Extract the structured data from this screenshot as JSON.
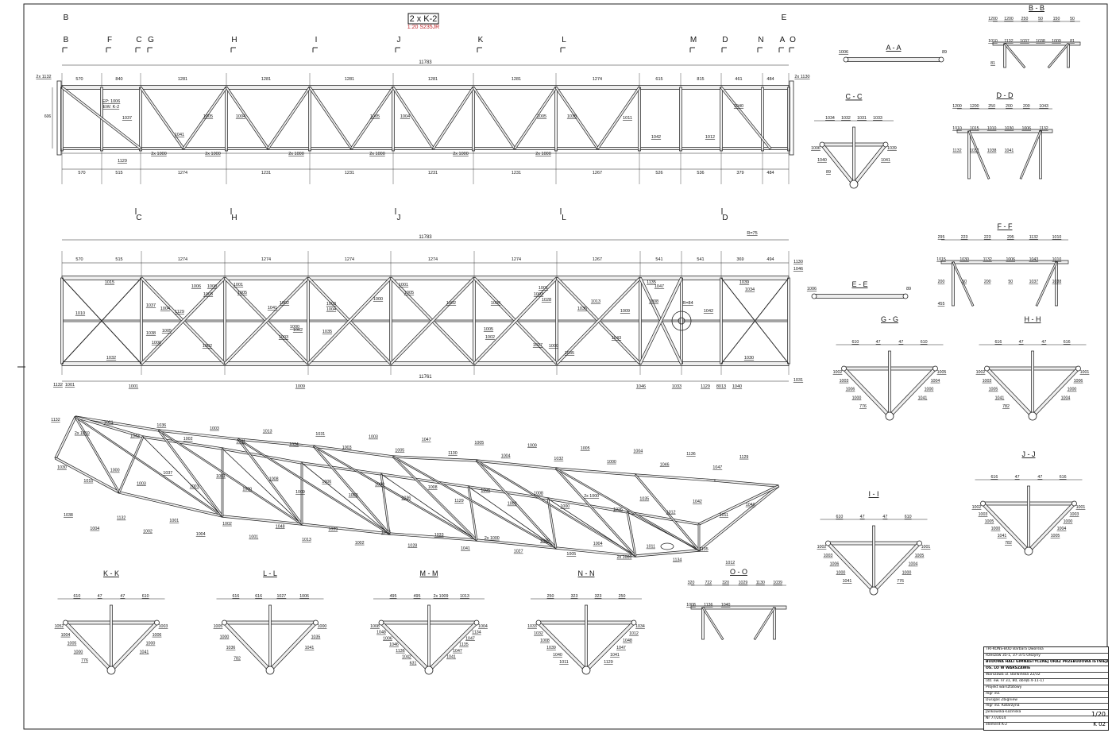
{
  "title": {
    "main": "2 x K-2",
    "sub": "1:20 S235JR"
  },
  "elevation": {
    "markers_top": [
      "B",
      "F",
      "C",
      "G",
      "H",
      "I",
      "J",
      "K",
      "L",
      "M",
      "D",
      "N",
      "A",
      "O"
    ],
    "marker_top_left": "B",
    "marker_top_right": "E",
    "markers_bottom": [
      "C",
      "H",
      "J",
      "L",
      "D"
    ],
    "overall_length": "11783",
    "top_dims": [
      "570",
      "840",
      "1281",
      "1281",
      "1281",
      "1281",
      "1281",
      "1274",
      "615",
      "815",
      "461",
      "484"
    ],
    "bottom_dims": [
      "570",
      "515",
      "1274",
      "1231",
      "1231",
      "1231",
      "1231",
      "1267",
      "526",
      "536",
      "379",
      "484"
    ],
    "labels": [
      {
        "t": "1037"
      },
      {
        "t": "1005"
      },
      {
        "t": "1004"
      },
      {
        "t": "1005"
      },
      {
        "t": "1004"
      },
      {
        "t": "1005"
      },
      {
        "t": "1035"
      },
      {
        "t": "1011"
      },
      {
        "t": "1040"
      },
      {
        "t": "1041"
      },
      {
        "t": "1042"
      },
      {
        "t": "1012"
      },
      {
        "t": "1129"
      },
      {
        "t": "2x 1000"
      },
      {
        "t": "2x 1000"
      },
      {
        "t": "2x 1000"
      },
      {
        "t": "2x 1000"
      },
      {
        "t": "2x 1000"
      },
      {
        "t": "2x 1000"
      },
      {
        "t": "2x 1132"
      },
      {
        "t": "2x 1130"
      },
      {
        "t": "EP: 1006"
      },
      {
        "t": "EW: K-2"
      }
    ]
  },
  "plan": {
    "overall_top": "11783",
    "overall_bottom": "11761",
    "top_dims": [
      "570",
      "515",
      "1274",
      "1274",
      "1274",
      "1274",
      "1274",
      "1267",
      "541",
      "541",
      "369",
      "494"
    ],
    "labels": [
      {
        "t": "1015"
      },
      {
        "t": "1006"
      },
      {
        "t": "1000"
      },
      {
        "t": "1001"
      },
      {
        "t": "1003"
      },
      {
        "t": "1005"
      },
      {
        "t": "1002"
      },
      {
        "t": "1041"
      },
      {
        "t": "1003"
      },
      {
        "t": "1004"
      },
      {
        "t": "1000"
      },
      {
        "t": "1001"
      },
      {
        "t": "1005"
      },
      {
        "t": "1002"
      },
      {
        "t": "1004"
      },
      {
        "t": "1003"
      },
      {
        "t": "1001"
      },
      {
        "t": "1028"
      },
      {
        "t": "1036"
      },
      {
        "t": "1013"
      },
      {
        "t": "1009"
      },
      {
        "t": "1135"
      },
      {
        "t": "1047"
      },
      {
        "t": "1008"
      },
      {
        "t": "1042"
      },
      {
        "t": "1039"
      },
      {
        "t": "1034"
      },
      {
        "t": "1010"
      },
      {
        "t": "1037"
      },
      {
        "t": "1004"
      },
      {
        "t": "1129"
      },
      {
        "t": "1038"
      },
      {
        "t": "1005"
      },
      {
        "t": "1000"
      },
      {
        "t": "1002"
      },
      {
        "t": "1003"
      },
      {
        "t": "1002"
      },
      {
        "t": "1000"
      },
      {
        "t": "1035"
      },
      {
        "t": "1005"
      },
      {
        "t": "1002"
      },
      {
        "t": "1027"
      },
      {
        "t": "1000"
      },
      {
        "t": "1035"
      },
      {
        "t": "1043"
      },
      {
        "t": "1032"
      },
      {
        "t": "1030"
      },
      {
        "t": "1132"
      },
      {
        "t": "1001"
      },
      {
        "t": "1001"
      },
      {
        "t": "1009"
      },
      {
        "t": "1046"
      },
      {
        "t": "1033"
      },
      {
        "t": "1129"
      },
      {
        "t": "8013"
      },
      {
        "t": "1040"
      },
      {
        "t": "1031"
      },
      {
        "t": "1130"
      },
      {
        "t": "1046"
      },
      {
        "t": "R=75"
      },
      {
        "t": "R=84"
      }
    ]
  },
  "isometric": {
    "labels": [
      "1132",
      "1030",
      "1038",
      "2x 1010",
      "1015",
      "1004",
      "1001",
      "1000",
      "1132",
      "1043",
      "1003",
      "1002",
      "1036",
      "1037",
      "1001",
      "1002",
      "1001",
      "1004",
      "1003",
      "1001",
      "1002",
      "1001",
      "1000",
      "1001",
      "1013",
      "1008",
      "1048",
      "1034",
      "1009",
      "1013",
      "1031",
      "1006",
      "1029",
      "1003",
      "1003",
      "1002",
      "1003",
      "1000",
      "1003",
      "1005",
      "1036",
      "1028",
      "1047",
      "1008",
      "1033",
      "1130",
      "1129",
      "1041",
      "1005",
      "1005",
      "2x 1000",
      "1004",
      "1000",
      "1027",
      "1009",
      "1008",
      "1039",
      "1032",
      "1000",
      "1005",
      "1005",
      "2x 1000",
      "1004",
      "1000",
      "1026",
      "2x 1000",
      "1004",
      "1035",
      "1011",
      "1046",
      "1012",
      "1134",
      "1136",
      "1042",
      "1135",
      "1047",
      "1011",
      "1012",
      "1129",
      "1040"
    ]
  },
  "sections": {
    "AA": {
      "title": "A - A",
      "labels": [
        "1006",
        "89",
        "89"
      ]
    },
    "BB": {
      "title": "B - B",
      "labels": [
        "1200",
        "1200",
        "250",
        "50",
        "150",
        "50",
        "1010",
        "1132",
        "1037",
        "1038",
        "1009",
        "81",
        "81"
      ]
    },
    "CC": {
      "title": "C - C",
      "labels": [
        "1034",
        "1032",
        "1031",
        "1033",
        "1006",
        "1039",
        "1040",
        "1041",
        "89"
      ]
    },
    "DD": {
      "title": "D - D",
      "labels": [
        "1200",
        "1200",
        "250",
        "200",
        "200",
        "1043",
        "1010",
        "1015",
        "1010",
        "1030",
        "1006",
        "1132",
        "1132",
        "1037",
        "1038",
        "1041"
      ]
    },
    "EE": {
      "title": "E - E",
      "labels": [
        "1006",
        "89",
        "89"
      ]
    },
    "FF": {
      "title": "F - F",
      "labels": [
        "295",
        "223",
        "223",
        "295",
        "1132",
        "1010",
        "1015",
        "1030",
        "1132",
        "1006",
        "1043",
        "1010",
        "200",
        "50",
        "200",
        "50",
        "1037",
        "1038",
        "455"
      ]
    },
    "GG": {
      "title": "G - G",
      "labels": [
        "610",
        "47",
        "47",
        "610",
        "1002",
        "1005",
        "1003",
        "1004",
        "1006",
        "1000",
        "1000",
        "1041",
        "776"
      ]
    },
    "HH": {
      "title": "H - H",
      "labels": [
        "616",
        "47",
        "47",
        "616",
        "1002",
        "1001",
        "1003",
        "1006",
        "1005",
        "1000",
        "1041",
        "1004",
        "782"
      ]
    },
    "II": {
      "title": "I - I",
      "labels": [
        "610",
        "47",
        "47",
        "610",
        "1002",
        "1001",
        "1003",
        "1005",
        "1006",
        "1004",
        "1000",
        "1000",
        "1041",
        "776"
      ]
    },
    "JJ": {
      "title": "J - J",
      "labels": [
        "616",
        "47",
        "47",
        "616",
        "1002",
        "1001",
        "1003",
        "1003",
        "1005",
        "1000",
        "1000",
        "1004",
        "1041",
        "1005",
        "782"
      ]
    },
    "KK": {
      "title": "K - K",
      "labels": [
        "610",
        "47",
        "47",
        "610",
        "1052",
        "1003",
        "1004",
        "1006",
        "1005",
        "1000",
        "1000",
        "1041",
        "776"
      ]
    },
    "LL": {
      "title": "L - L",
      "labels": [
        "616",
        "616",
        "1027",
        "1006",
        "1005",
        "1000",
        "1000",
        "1035",
        "1036",
        "1041",
        "782"
      ]
    },
    "MM": {
      "title": "M - M",
      "labels": [
        "495",
        "495",
        "2x 1009",
        "1013",
        "1008",
        "1004",
        "1048",
        "1134",
        "1006",
        "1047",
        "1046",
        "1135",
        "1136",
        "1047",
        "1042",
        "1041",
        "631"
      ]
    },
    "NN": {
      "title": "N - N",
      "labels": [
        "250",
        "323",
        "323",
        "250",
        "1033",
        "1034",
        "1032",
        "1012",
        "1008",
        "1048",
        "1039",
        "1047",
        "1040",
        "1041",
        "1011",
        "1129"
      ]
    },
    "OO": {
      "title": "O - O",
      "labels": [
        "320",
        "722",
        "320",
        "1029",
        "1130",
        "1039",
        "1008",
        "1136",
        "1040"
      ]
    }
  },
  "title_block": {
    "rows": [
      "TRI-KONS-BUD Barbara Dworska",
      "Rzeszów 35-1, 37-375 Olszyny",
      "BUDOWA HALI GIMNASTYCZNEJ ORAZ PRZEBUDOWA ISTNIEJĄCEJ SZKOŁY",
      "OS. LO W WARSZAWIE",
      "Warszawa ul. Barwińska 22/32",
      "(dz. ew. nr 31, 80, obręb 4-11-1)",
      "Projekt warsztatowy",
      "mgr inż.",
      "Dusigas Zbigniew",
      "mgr inż. Katarzyna",
      "Jankowska-Łozińska",
      "Nr 77/2014",
      "element K-2"
    ],
    "scale": "1/20",
    "sheet": "K  02"
  }
}
